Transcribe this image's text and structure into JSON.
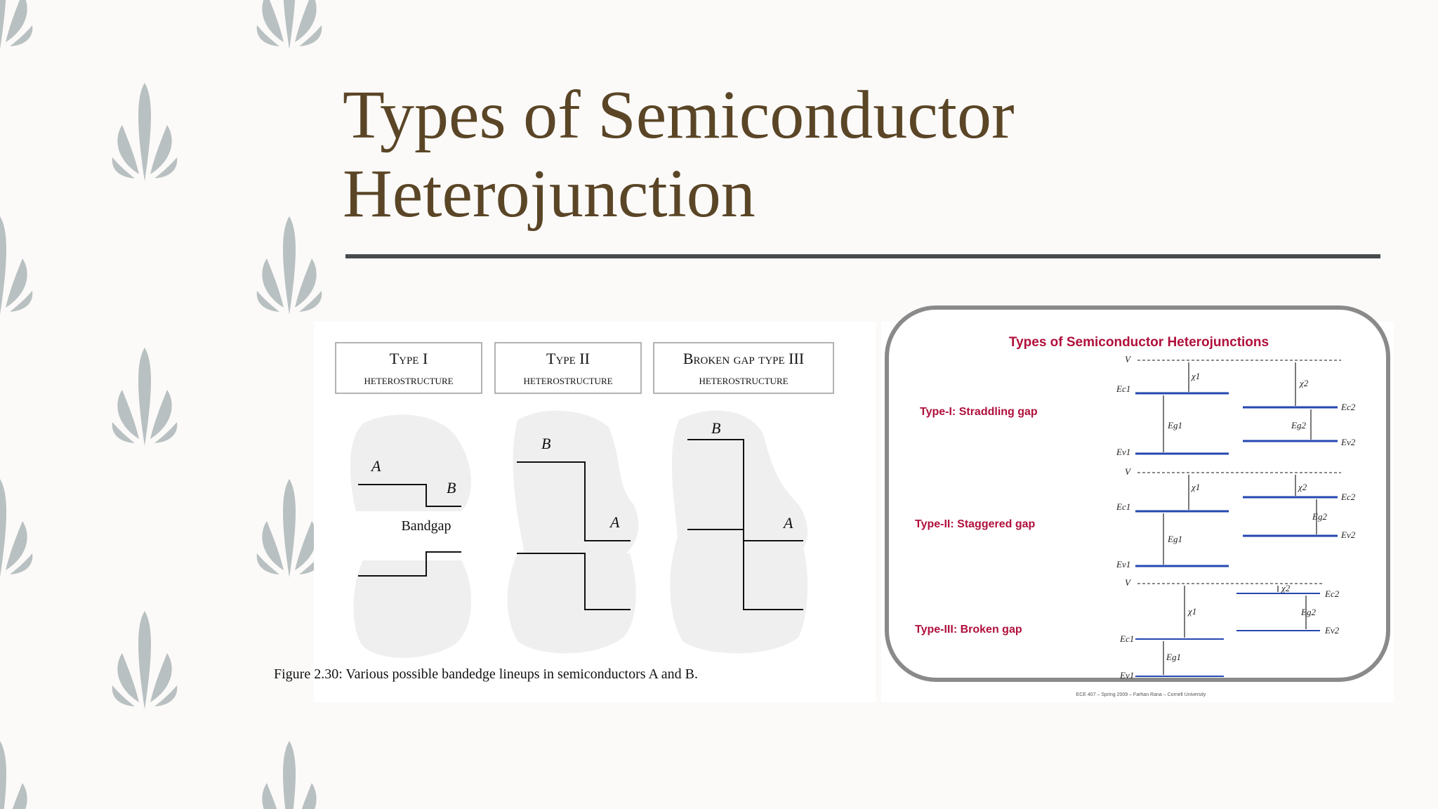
{
  "slide": {
    "title_line1": "Types of Semiconductor",
    "title_line2": "Heterojunction"
  },
  "left_figure": {
    "boxes": [
      {
        "line1": "Type I",
        "line2": "heterostructure"
      },
      {
        "line1": "Type II",
        "line2": "heterostructure"
      },
      {
        "line1": "Broken gap type III",
        "line2": "heterostructure"
      }
    ],
    "labels": {
      "a": "A",
      "b": "B",
      "bandgap": "Bandgap"
    },
    "caption": "Figure 2.30: Various possible bandedge lineups in semiconductors A and B."
  },
  "right_figure": {
    "title": "Types of Semiconductor Heterojunctions",
    "types": [
      "Type-I: Straddling gap",
      "Type-II: Staggered gap",
      "Type-III: Broken gap"
    ],
    "symbols": {
      "v": "V",
      "ec1": "Ec1",
      "ev1": "Ev1",
      "eg1": "Eg1",
      "ec2": "Ec2",
      "ev2": "Ev2",
      "eg2": "Eg2",
      "chi1": "χ1",
      "chi2": "χ2"
    },
    "footer": "ECE 407 – Spring 2009 – Farhan Rana – Cornell University",
    "colors": {
      "title": "#b0103c",
      "lines": "#2547b0"
    }
  },
  "colors": {
    "title_text": "#5a4526",
    "rule": "#474b4d",
    "leaf": "#b9c0c1"
  }
}
